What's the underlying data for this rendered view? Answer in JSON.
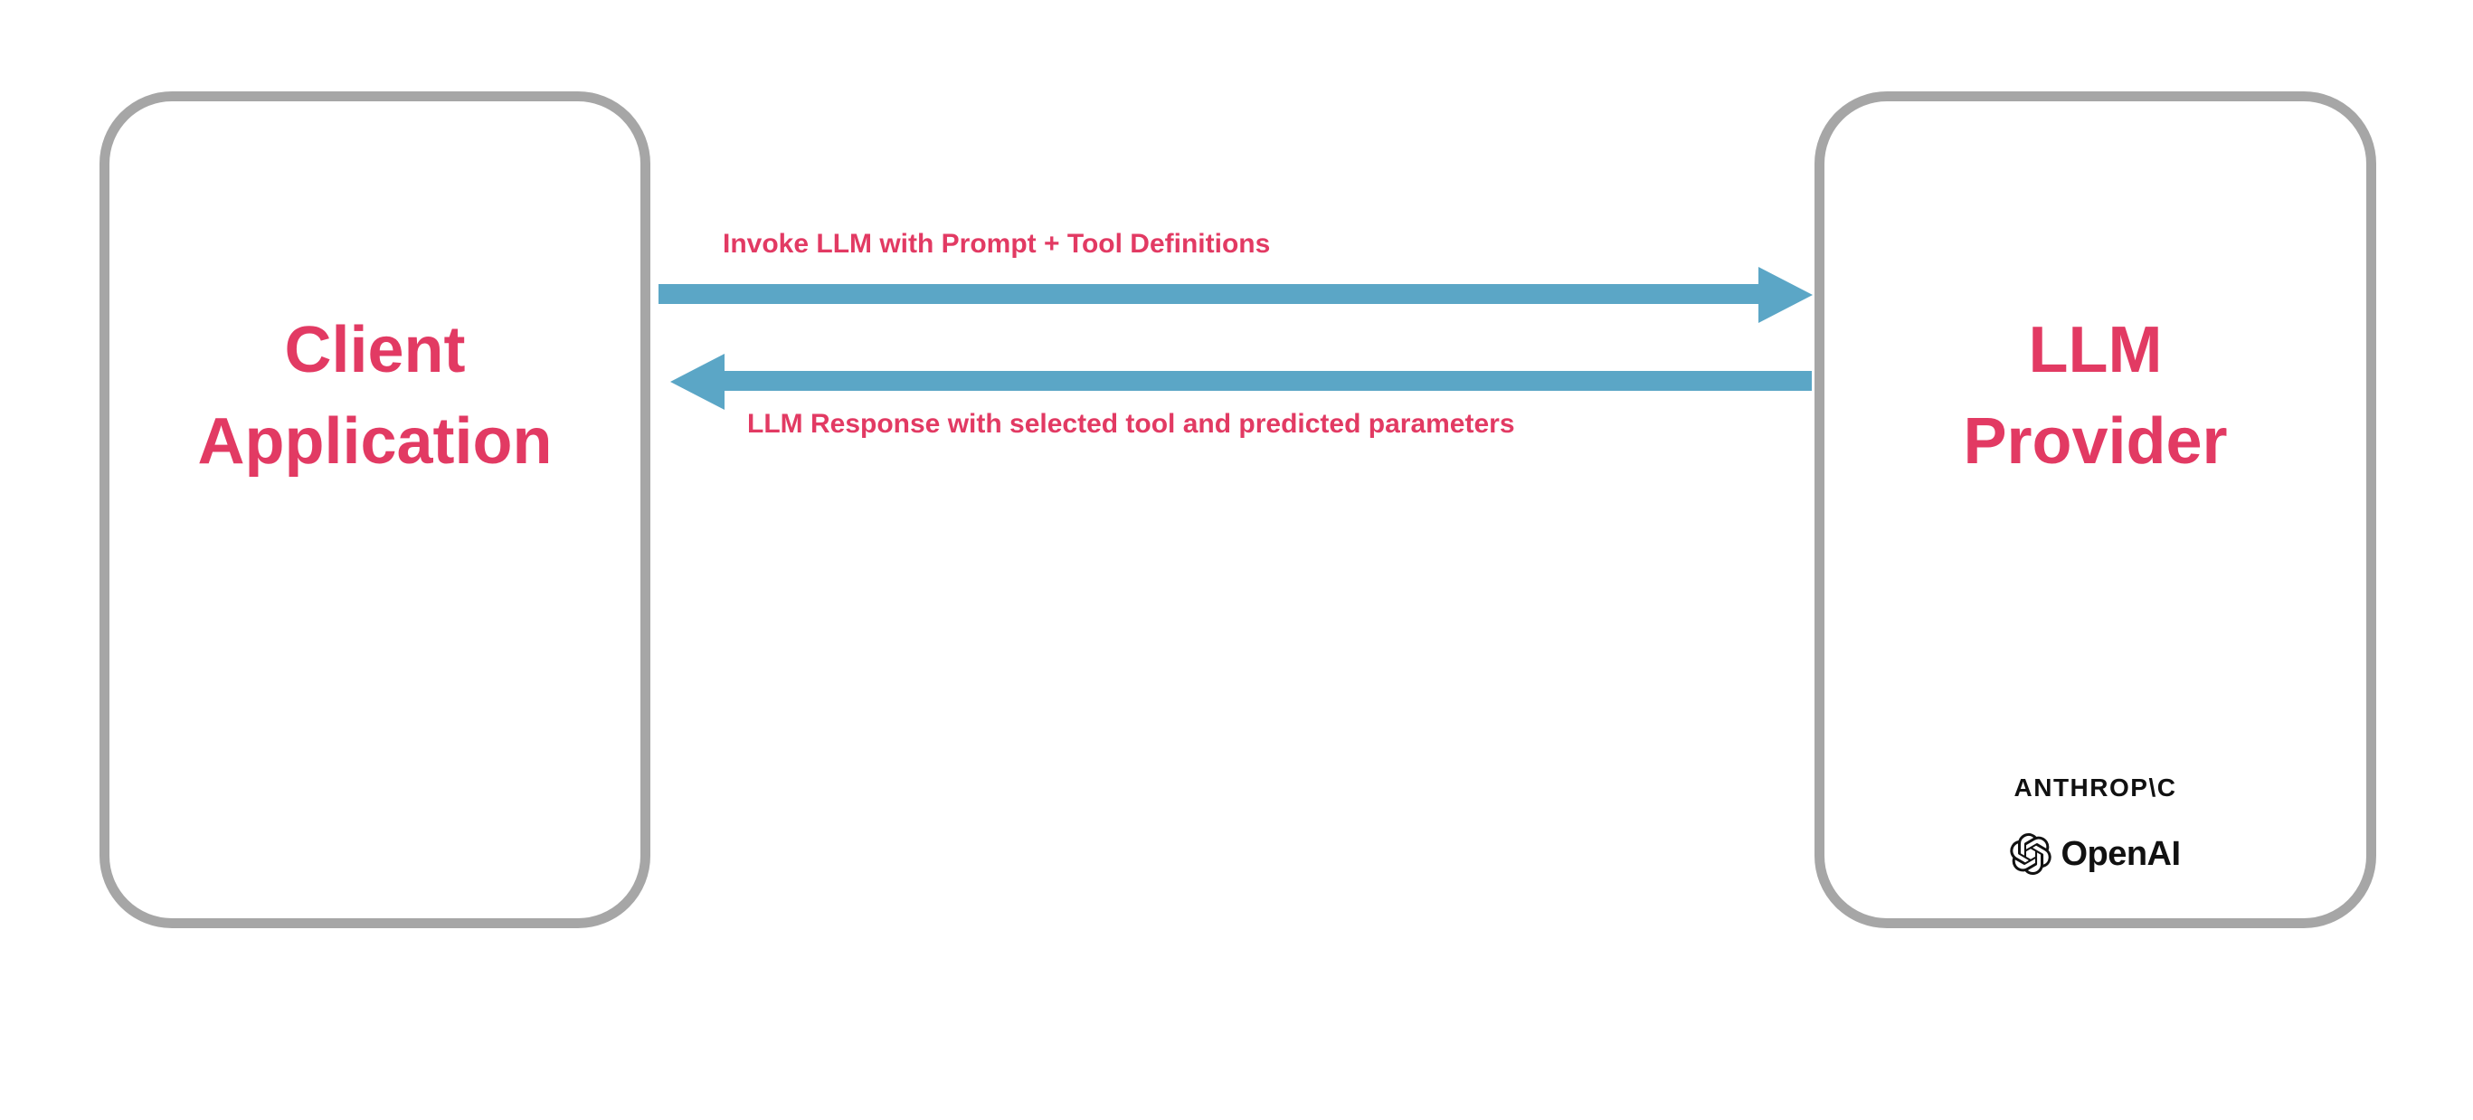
{
  "diagram": {
    "client_box": {
      "label_line1": "Client",
      "label_line2": "Application"
    },
    "provider_box": {
      "label_line1": "LLM",
      "label_line2": "Provider",
      "anthropic_label": "ANTHROP\\C",
      "openai_label": "OpenAI"
    },
    "arrows": {
      "request": {
        "label": "Invoke LLM with Prompt + Tool Definitions",
        "direction": "right"
      },
      "response": {
        "label": "LLM Response with selected tool and predicted parameters",
        "direction": "left"
      }
    },
    "colors": {
      "accent": "#E23A63",
      "arrow": "#5BA6C6",
      "border": "#A6A6A6",
      "ink": "#111111"
    }
  }
}
